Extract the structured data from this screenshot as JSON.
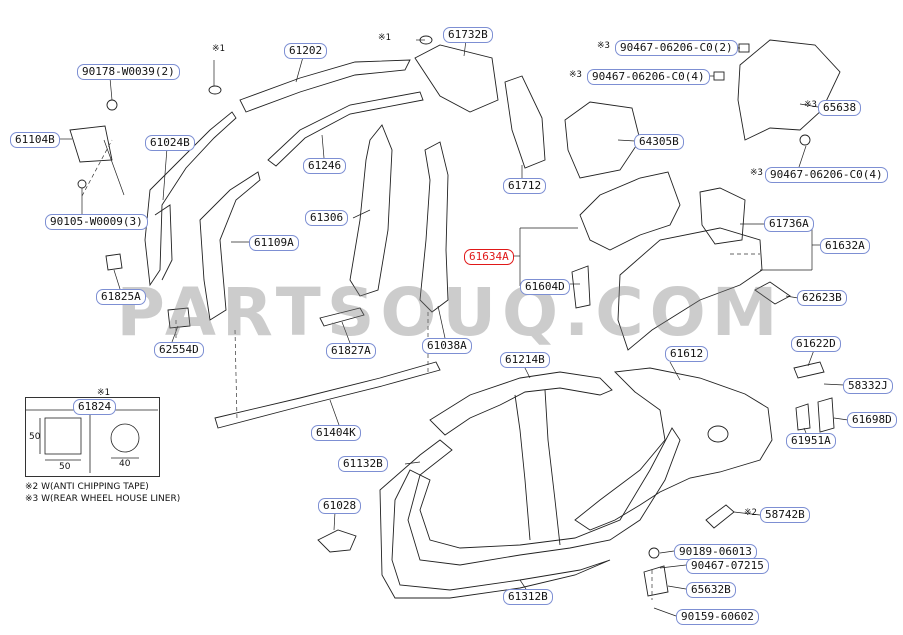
{
  "watermark": "PARTSOUQ.COM",
  "marks": {
    "m1": "※1",
    "m2": "※1",
    "m3": "※1",
    "m4": "※3",
    "m5": "※3",
    "m6": "※3",
    "m7": "※3",
    "m8": "※2"
  },
  "parts": {
    "p61202": "61202",
    "p61732B": "61732B",
    "p90467a": "90467-06206-C0(2)",
    "p90467b": "90467-06206-C0(4)",
    "p90178": "90178-W0039(2)",
    "p61104B": "61104B",
    "p61024B": "61024B",
    "p61246": "61246",
    "p64305B": "64305B",
    "p65638": "65638",
    "p90467c": "90467-06206-C0(4)",
    "p61712": "61712",
    "p90105": "90105-W0009(3)",
    "p61306": "61306",
    "p61736A": "61736A",
    "p61109A": "61109A",
    "p61632A": "61632A",
    "p61634A": "61634A",
    "p61825A": "61825A",
    "p61604D": "61604D",
    "p62623B": "62623B",
    "p62554D": "62554D",
    "p61827A": "61827A",
    "p61038A": "61038A",
    "p61622D": "61622D",
    "p61214B": "61214B",
    "p61612": "61612",
    "p58332J": "58332J",
    "p61824": "61824",
    "p61404K": "61404K",
    "p61698D": "61698D",
    "p61951A": "61951A",
    "p61132B": "61132B",
    "p61028": "61028",
    "p58742B": "58742B",
    "p90189": "90189-06013",
    "p90467d": "90467-07215",
    "p65632B": "65632B",
    "p61312B": "61312B",
    "p90159": "90159-60602"
  },
  "legend": {
    "mark": "※1",
    "dim1": "50",
    "dim2": "50",
    "dim3": "40",
    "note2": "※2 W(ANTI CHIPPING TAPE)",
    "note3": "※3 W(REAR WHEEL HOUSE LINER)"
  },
  "colors": {
    "label_border": "#7d8fd3",
    "highlight": "#e01818",
    "line": "#222222"
  }
}
